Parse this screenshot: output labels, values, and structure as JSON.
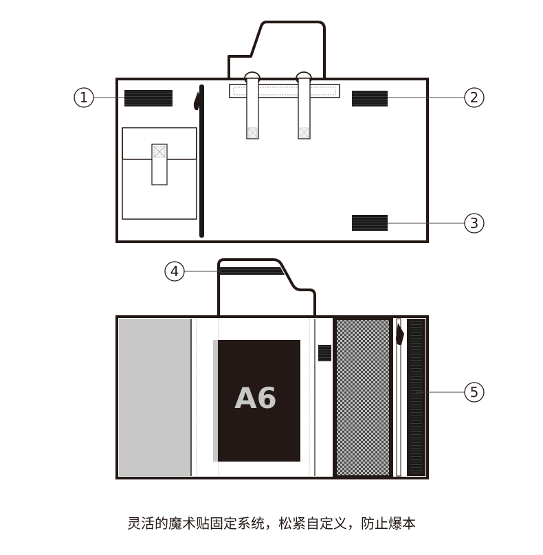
{
  "caption": "灵活的魔术贴固定系统，松紧自定义，防止爆本",
  "badge": {
    "a6_label": "A6"
  },
  "callouts": [
    "1",
    "2",
    "3",
    "4",
    "5"
  ],
  "colors": {
    "outline": "#231815",
    "fill_white": "#ffffff",
    "panel_gray": "#c8c8c8",
    "dark_card": "#231815",
    "velcro": "#1a1a1a",
    "mesh": "#6b6b6b",
    "leader": "#444444"
  }
}
